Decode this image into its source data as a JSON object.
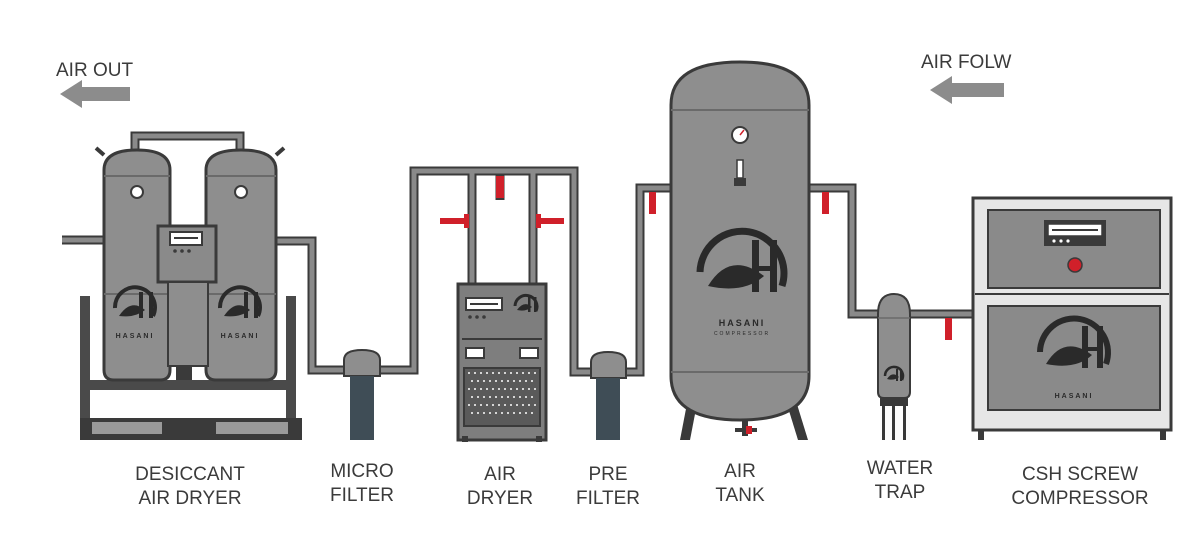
{
  "flow": {
    "air_out": "AIR OUT",
    "air_flow": "AIR FOLW"
  },
  "components": {
    "desiccant_dryer": {
      "line1": "DESICCANT",
      "line2": "AIR DRYER"
    },
    "micro_filter": {
      "line1": "MICRO",
      "line2": "FILTER"
    },
    "air_dryer": {
      "line1": "AIR",
      "line2": "DRYER"
    },
    "pre_filter": {
      "line1": "PRE",
      "line2": "FILTER"
    },
    "air_tank": {
      "line1": "AIR",
      "line2": "TANK"
    },
    "water_trap": {
      "line1": "WATER",
      "line2": "TRAP"
    },
    "compressor": {
      "line1": "CSH SCREW",
      "line2": "COMPRESSOR"
    }
  },
  "brand": {
    "name": "HASANI",
    "sub": "COMPRESSOR"
  },
  "colors": {
    "pipe": "#6e6e6e",
    "pipe_fill": "#8a8a8a",
    "body": "#8e8e8e",
    "outline": "#3a3a3a",
    "filter": "#3f4d56",
    "valve": "#d0202a",
    "arrow": "#8c8c8c",
    "frame": "#4a4a4a"
  }
}
